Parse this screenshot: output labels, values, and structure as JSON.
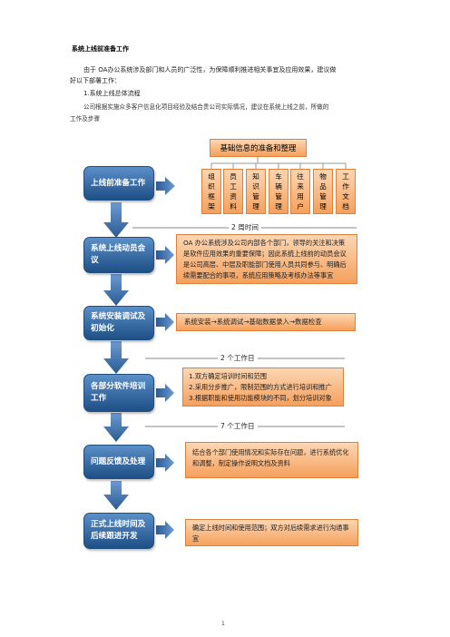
{
  "doc": {
    "title": "系统上线前准备工作",
    "intro_1": "由于 OA办公系统涉及部门和人员的广泛性，为保障顺利推进相关事宜及应用效果，建议做",
    "intro_2": "好以下部署工作：",
    "section_1": "1.系统上线总体流程",
    "para_1": "公司根据实施众多客户信息化项目经验及结合贵公司实际情况，建议在系统上线之前，所做的",
    "para_2": "工作及步骤",
    "page_number": "1"
  },
  "flow": {
    "top_box": "基础信息的准备和整理",
    "sub_items": [
      "组织框架",
      "员工资料",
      "知识管理",
      "车辆管理",
      "往来用户",
      "物品管理",
      "工作文档"
    ],
    "steps": [
      {
        "label": "上线前准备工作"
      },
      {
        "label": "系统上线动员会议",
        "desc": "OA 办公系统涉及公司内部各个部门，领导的关注和决策是软件应用效果的重要保障；因此系统上线前的动员会议是公司高层、中层及职能部门使用人员共同参与、明确后续需要配合的事项，系统应用策略及考核办法等事宜"
      },
      {
        "label": "系统安装调试及初始化",
        "desc": "系统安装→系统调试→基础数据录入→数据检查"
      },
      {
        "label": "各部分软件培训工作",
        "desc_lines": [
          "1.双方确定培训时间和范围",
          "2.采用分步推广，限制范围的方式进行培训和推广",
          "3.根据职能和使用功能模块的不同，划分培训对象"
        ]
      },
      {
        "label": "问题反馈及处理",
        "desc": "结合各个部门使用情况和实际存在问题，进行系统优化和调整，制定操作说明文档及资料"
      },
      {
        "label": "正式上线时间及后续跟进开发",
        "desc": "确定上线时间和使用范围；双方对后续需求进行沟通事宜"
      }
    ],
    "time_labels": [
      "2 周时间",
      "2 个工作日",
      "7 个工作日"
    ]
  }
}
